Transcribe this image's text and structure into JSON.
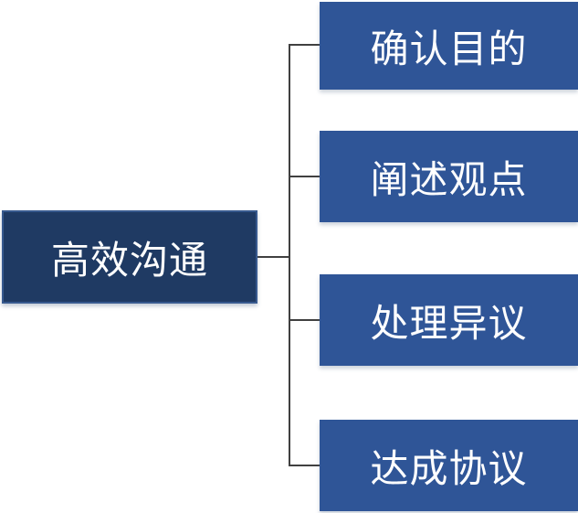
{
  "diagram": {
    "type": "hierarchy",
    "root": {
      "label": "高效沟通"
    },
    "children": [
      {
        "label": "确认目的"
      },
      {
        "label": "阐述观点"
      },
      {
        "label": "处理异议"
      },
      {
        "label": "达成协议"
      }
    ],
    "colors": {
      "root_fill": "#1f3a63",
      "root_border": "#37598e",
      "child_fill": "#2f5597",
      "line": "#404040",
      "text": "#ffffff"
    }
  }
}
